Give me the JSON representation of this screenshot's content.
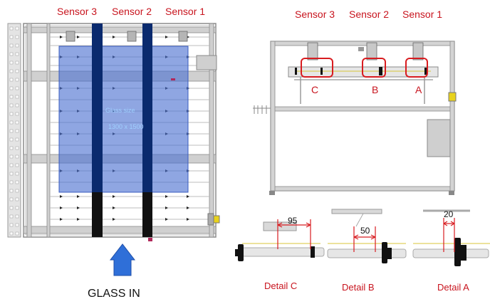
{
  "top_view": {
    "sensor_labels": [
      "Sensor 3",
      "Sensor 2",
      "Sensor 1"
    ],
    "glass_size_label": "Glass size",
    "glass_size_value": "1300 x 1500",
    "glass_in_label": "GLASS IN"
  },
  "side_view": {
    "sensor_labels": [
      "Sensor 3",
      "Sensor 2",
      "Sensor 1"
    ],
    "point_labels": [
      "C",
      "B",
      "A"
    ]
  },
  "details": [
    {
      "label": "Detail  C",
      "dimension": "95"
    },
    {
      "label": "Detail  B",
      "dimension": "50"
    },
    {
      "label": "Detail  A",
      "dimension": "20"
    }
  ],
  "colors": {
    "annotation": "#c8141e",
    "glass_overlay": "#4a6fd0",
    "sensor_band": "#0a2a6e",
    "arrow": "#2f6fd8",
    "frame": "#9a9a9a"
  }
}
